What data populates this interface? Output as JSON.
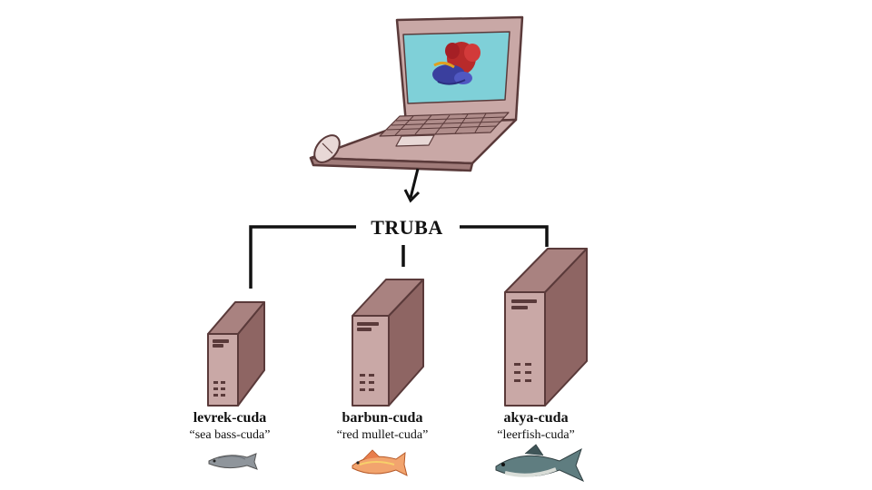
{
  "hub": {
    "label": "TRUBA"
  },
  "nodes": [
    {
      "name": "levrek-cuda",
      "nickname": "“sea bass-cuda”",
      "icon": "sea-bass-fish-icon"
    },
    {
      "name": "barbun-cuda",
      "nickname": "“red mullet-cuda”",
      "icon": "red-mullet-fish-icon"
    },
    {
      "name": "akya-cuda",
      "nickname": "“leerfish-cuda”",
      "icon": "leerfish-fish-icon"
    }
  ],
  "colors": {
    "device_outline": "#5a3a3a",
    "device_fill": "#c9a8a6",
    "device_dark": "#8e6563",
    "screen": "#7fd0d8",
    "connector": "#111111"
  }
}
